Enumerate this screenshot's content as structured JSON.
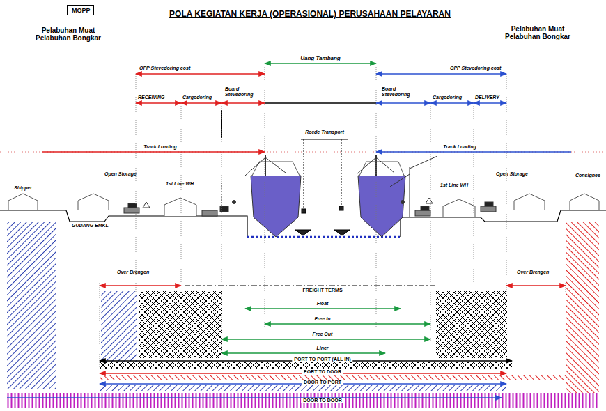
{
  "diagram": {
    "title": "POLA KEGIATAN KERJA (OPERASIONAL) PERUSAHAAN PELAYARAN",
    "nodes": [
      {
        "text": [
          "MOPP"
        ]
      }
    ],
    "edges": [],
    "labels": [
      "Pelabuhan Muat",
      "Pelabuhan Bongkar",
      "Pelabuhan Muat",
      "Pelabuhan Bongkar",
      "Uang Tambang",
      "OPP Stevedoring cost",
      "OPP Stevedoring cost",
      "RECEIVING",
      "Cargodoring",
      "Board Stevedoring",
      "Board Stevedoring",
      "Cargodoring",
      "DELIVERY",
      "Reede Transport",
      "Track Loading",
      "Track Loading",
      "Shipper",
      "Open Storage",
      "1st Line WH",
      "GUDANG EMKL",
      "1st Line WH",
      "Open Storage",
      "Consignee",
      "Over Brengen",
      "Over Brengen",
      "FREIGHT TERMS",
      "Float",
      "Free In",
      "Free Out",
      "Liner",
      "PORT TO PORT (ALL IN)",
      "PORT TO DOOR",
      "DOOR TO PORT",
      "DOOR TO DOOR"
    ]
  }
}
